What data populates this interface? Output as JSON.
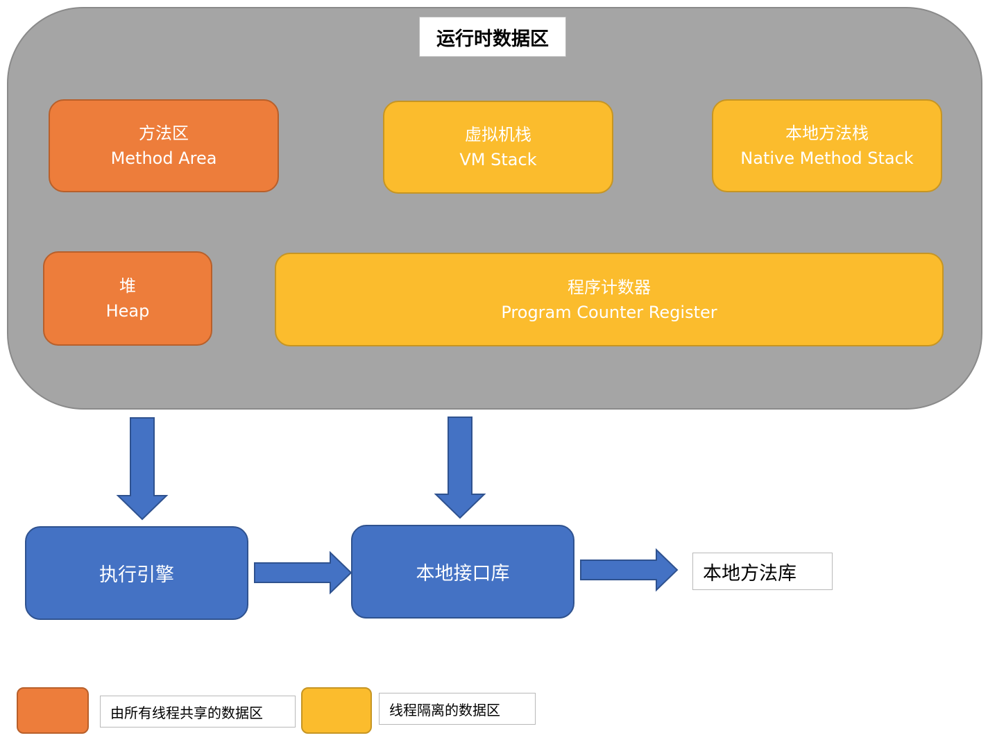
{
  "runtime_area": {
    "title": "运行时数据区",
    "method_area": {
      "zh": "方法区",
      "en": "Method Area"
    },
    "vm_stack": {
      "zh": "虚拟机栈",
      "en": "VM Stack"
    },
    "native_method_stack": {
      "zh": "本地方法栈",
      "en": "Native Method Stack"
    },
    "heap": {
      "zh": "堆",
      "en": "Heap"
    },
    "program_counter": {
      "zh": "程序计数器",
      "en": "Program Counter Register"
    }
  },
  "execution_engine": "执行引擎",
  "native_interface": "本地接口库",
  "native_library": "本地方法库",
  "legend": {
    "shared": "由所有线程共享的数据区",
    "isolated": "线程隔离的数据区"
  },
  "colors": {
    "shared": "#ed7d3b",
    "isolated": "#fbbc2d",
    "runtime_bg": "#a5a5a5",
    "blue": "#4472c4"
  }
}
